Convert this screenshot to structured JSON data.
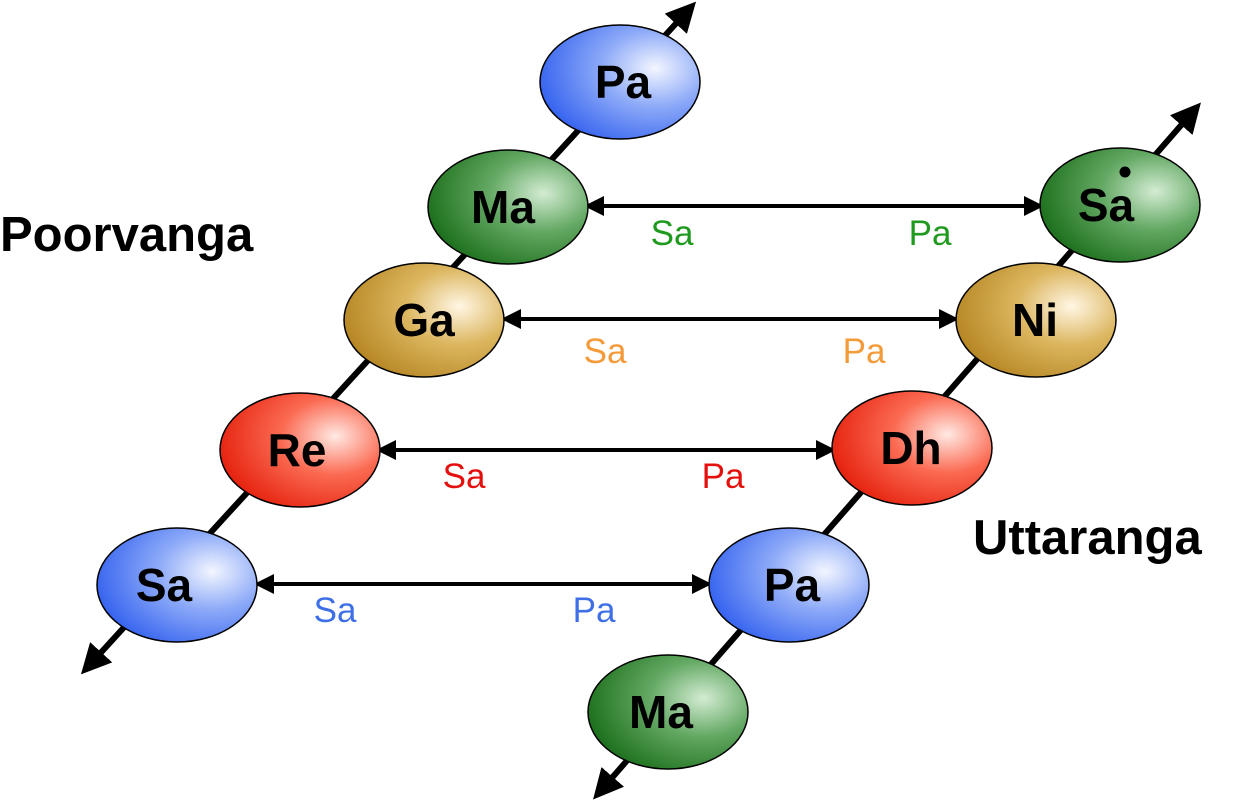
{
  "group_labels": {
    "poorvanga": "Poorvanga",
    "uttaranga": "Uttaranga"
  },
  "colors": {
    "blue": "#4d7cf5",
    "green": "#2f8a2f",
    "gold": "#c79d38",
    "red": "#f13a27",
    "label_green": "#1f9a1f",
    "label_orange": "#f39a3a",
    "label_red": "#e4100e",
    "label_blue": "#3f6fe6"
  },
  "poorvanga_notes": [
    {
      "label": "Sa",
      "color": "blue"
    },
    {
      "label": "Re",
      "color": "red"
    },
    {
      "label": "Ga",
      "color": "gold"
    },
    {
      "label": "Ma",
      "color": "green"
    },
    {
      "label": "Pa",
      "color": "blue"
    }
  ],
  "uttaranga_notes": [
    {
      "label": "Ma",
      "color": "green"
    },
    {
      "label": "Pa",
      "color": "blue"
    },
    {
      "label": "Dh",
      "color": "red"
    },
    {
      "label": "Ni",
      "color": "gold"
    },
    {
      "label": "Sa",
      "color": "green",
      "upper_octave_dot": true
    }
  ],
  "pairings": [
    {
      "from": "Sa",
      "to": "Pa",
      "from_label": "Sa",
      "to_label": "Pa",
      "label_color": "label_blue"
    },
    {
      "from": "Re",
      "to": "Dh",
      "from_label": "Sa",
      "to_label": "Pa",
      "label_color": "label_red"
    },
    {
      "from": "Ga",
      "to": "Ni",
      "from_label": "Sa",
      "to_label": "Pa",
      "label_color": "label_orange"
    },
    {
      "from": "Ma",
      "to": "Sa",
      "from_label": "Sa",
      "to_label": "Pa",
      "label_color": "label_green"
    }
  ]
}
